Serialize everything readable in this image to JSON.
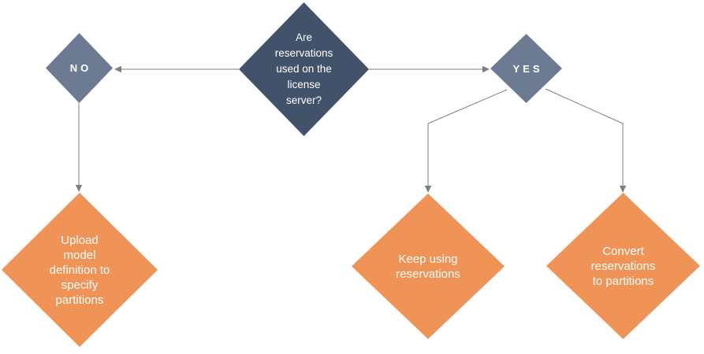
{
  "colors": {
    "decision": "#42526B",
    "branch": "#6D7B92",
    "action": "#EF9456",
    "line": "#7F7F7F",
    "text": "#FFFFFF",
    "background": "#FFFFFF"
  },
  "diagram": {
    "type": "flowchart",
    "nodes": {
      "root": {
        "id": "root",
        "shape": "diamond",
        "role": "decision",
        "label": [
          "Are",
          "reservations",
          "used on the",
          "license",
          "server?"
        ]
      },
      "no": {
        "id": "no",
        "shape": "diamond",
        "role": "branch",
        "label": "NO"
      },
      "yes": {
        "id": "yes",
        "shape": "diamond",
        "role": "branch",
        "label": "YES"
      },
      "upload": {
        "id": "upload",
        "shape": "diamond",
        "role": "action",
        "label": [
          "Upload",
          "model",
          "definition to",
          "specify",
          "partitions"
        ]
      },
      "keep": {
        "id": "keep",
        "shape": "diamond",
        "role": "action",
        "label": [
          "Keep using",
          "reservations"
        ]
      },
      "convert": {
        "id": "convert",
        "shape": "diamond",
        "role": "action",
        "label": [
          "Convert",
          "reservations",
          "to partitions"
        ]
      }
    },
    "edges": [
      {
        "from": "root",
        "to": "no",
        "arrow": true
      },
      {
        "from": "root",
        "to": "yes",
        "arrow": true
      },
      {
        "from": "no",
        "to": "upload",
        "arrow": true
      },
      {
        "from": "yes",
        "to": "keep",
        "arrow": true
      },
      {
        "from": "yes",
        "to": "convert",
        "arrow": true
      }
    ]
  }
}
